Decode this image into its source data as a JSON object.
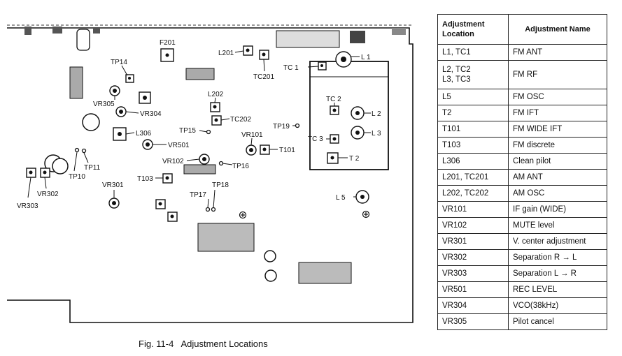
{
  "figure": {
    "caption": "Fig. 11-4   Adjustment Locations"
  },
  "labels": {
    "f201": "F201",
    "tp14": "TP14",
    "vr305": "VR305",
    "vr304": "VR304",
    "l306": "L306",
    "vr501": "VR501",
    "tp10": "TP10",
    "tp11": "TP11",
    "vr302": "VR302",
    "vr303": "VR303",
    "vr301": "VR301",
    "t103": "T103",
    "vr102": "VR102",
    "l202": "L202",
    "tc202": "TC202",
    "tp15": "TP15",
    "tp16": "TP16",
    "tp17": "TP17",
    "tp18": "TP18",
    "vr101": "VR101",
    "t101": "T101",
    "l201": "L201",
    "tc201": "TC201",
    "tc1": "TC 1",
    "l1": "L 1",
    "tc2": "TC 2",
    "l2": "L 2",
    "tc3": "TC 3",
    "l3": "L 3",
    "t2": "T 2",
    "tp19": "TP19",
    "l5": "L 5"
  },
  "table": {
    "header_location": "Adjustment Location",
    "header_name": "Adjustment Name",
    "rows": [
      {
        "loc": "L1, TC1",
        "name": "FM ANT"
      },
      {
        "loc": "L2, TC2\nL3, TC3",
        "name": "FM RF"
      },
      {
        "loc": "L5",
        "name": "FM OSC"
      },
      {
        "loc": "T2",
        "name": "FM IFT"
      },
      {
        "loc": "T101",
        "name": "FM WIDE IFT"
      },
      {
        "loc": "T103",
        "name": "FM discrete"
      },
      {
        "loc": "L306",
        "name": "Clean pilot"
      },
      {
        "loc": "L201, TC201",
        "name": "AM ANT"
      },
      {
        "loc": "L202, TC202",
        "name": "AM OSC"
      },
      {
        "loc": "VR101",
        "name": "IF gain (WIDE)"
      },
      {
        "loc": "VR102",
        "name": "MUTE level"
      },
      {
        "loc": "VR301",
        "name": "V. center adjustment"
      },
      {
        "loc": "VR302",
        "name": "Separation R → L"
      },
      {
        "loc": "VR303",
        "name": "Separation L → R"
      },
      {
        "loc": "VR501",
        "name": "REC LEVEL"
      },
      {
        "loc": "VR304",
        "name": "VCO(38kHz)"
      },
      {
        "loc": "VR305",
        "name": "Pilot cancel"
      }
    ]
  }
}
